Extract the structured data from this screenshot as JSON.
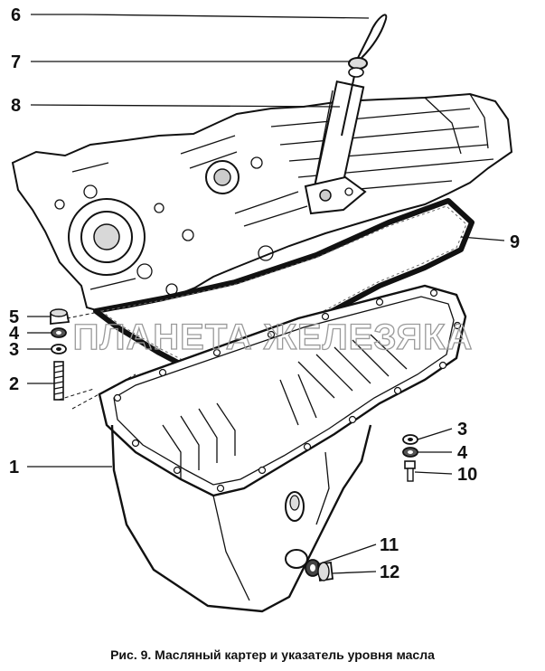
{
  "callouts": {
    "c1": "1",
    "c2": "2",
    "c3a": "3",
    "c4a": "4",
    "c5": "5",
    "c6": "6",
    "c7": "7",
    "c8": "8",
    "c9": "9",
    "c3b": "3",
    "c4b": "4",
    "c10": "10",
    "c11": "11",
    "c12": "12"
  },
  "watermark": "ПЛАНЕТА ЖЕЛЕЗЯКА",
  "caption": "Рис. 9. Масляный картер и указатель уровня масла"
}
